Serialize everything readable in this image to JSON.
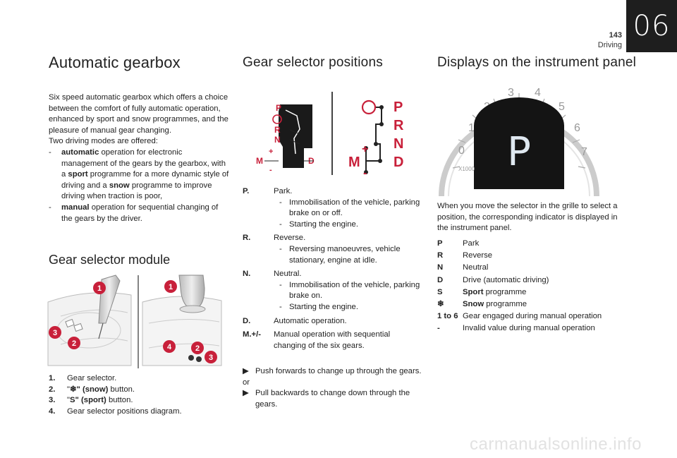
{
  "header": {
    "chapter": "06",
    "page_number": "143",
    "section": "Driving"
  },
  "col1": {
    "title": "Automatic gearbox",
    "intro": "Six speed automatic gearbox which offers a choice between the comfort of fully automatic operation, enhanced by sport and snow programmes, and the pleasure of manual gear changing.",
    "modes_intro": "Two driving modes are offered:",
    "modes": [
      {
        "dash": "-",
        "key": "automatic",
        "t1": " operation for electronic management of the gears by the gearbox, with a ",
        "k2": "sport",
        "t2": " programme for a more dynamic style of driving and a ",
        "k3": "snow",
        "t3": " programme to improve driving when traction is poor,"
      },
      {
        "dash": "-",
        "key": "manual",
        "t1": " operation for sequential changing of the gears by the driver."
      }
    ],
    "module_title": "Gear selector module",
    "callouts": [
      "1",
      "2",
      "3",
      "4"
    ],
    "legend": [
      {
        "num": "1.",
        "text": "Gear selector."
      },
      {
        "num": "2.",
        "pre": "\"",
        "bold": "❄\" (snow)",
        "post": " button."
      },
      {
        "num": "3.",
        "pre": "\"",
        "bold": "S\" (sport)",
        "post": " button."
      },
      {
        "num": "4.",
        "text": "Gear selector positions diagram."
      }
    ]
  },
  "col2": {
    "title": "Gear selector positions",
    "diagram_labels": {
      "p": "P",
      "r": "R",
      "n": "N",
      "m": "M",
      "d": "D",
      "plus": "+",
      "minus": "-",
      "m_big": "M",
      "d_big": "D",
      "p_big": "P",
      "r_big": "R",
      "n_big": "N"
    },
    "positions": [
      {
        "key": "P.",
        "label": "Park.",
        "subs": [
          "Immobilisation of the vehicle, parking brake on or off.",
          "Starting the engine."
        ]
      },
      {
        "key": "R.",
        "label": "Reverse.",
        "subs": [
          "Reversing manoeuvres, vehicle stationary, engine at idle."
        ]
      },
      {
        "key": "N.",
        "label": "Neutral.",
        "subs": [
          "Immobilisation of the vehicle, parking brake on.",
          "Starting the engine."
        ]
      },
      {
        "key": "D.",
        "label": "Automatic operation.",
        "subs": []
      },
      {
        "key": "M.+/-",
        "label": "Manual operation with sequential changing of the six gears.",
        "subs": []
      }
    ],
    "push": "Push forwards to change up through the gears.",
    "or": "or",
    "pull": "Pull backwards to change down through the gears."
  },
  "col3": {
    "title": "Displays on the instrument panel",
    "gauge": {
      "display": "P",
      "ticks": [
        "0",
        "1",
        "2",
        "3",
        "4",
        "5",
        "6",
        "7"
      ],
      "multiplier": "X1000"
    },
    "intro": "When you move the selector in the grille to select a position, the corresponding indicator is displayed in the instrument panel.",
    "indicators": [
      {
        "key": "P",
        "value": "Park"
      },
      {
        "key": "R",
        "value": "Reverse"
      },
      {
        "key": "N",
        "value": "Neutral"
      },
      {
        "key": "D",
        "value": "Drive (automatic driving)"
      },
      {
        "key": "S",
        "bold": "Sport",
        "value": " programme"
      },
      {
        "key": "❄",
        "bold": "Snow",
        "value": " programme"
      },
      {
        "key": "1 to 6",
        "value": "Gear engaged during manual operation"
      },
      {
        "key": "-",
        "value": "Invalid value during manual operation"
      }
    ]
  },
  "colors": {
    "accent": "#c8203a",
    "dark": "#1e1e1e"
  },
  "footer": {
    "watermark": "carmanualsonline.info"
  }
}
